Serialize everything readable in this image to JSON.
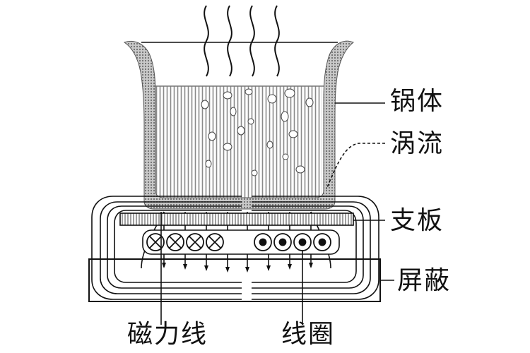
{
  "labels": {
    "pot_body": "锅体",
    "eddy_current": "涡流",
    "support_plate": "支板",
    "shield": "屏蔽",
    "magnetic_field_lines": "磁力线",
    "coil": "线圈"
  },
  "coil_turns": {
    "current_into_page": 4,
    "current_out_of_page": 4
  },
  "steam_wisps": 4,
  "colors": {
    "stroke": "#111111",
    "pot_wall": "#9a9a9a",
    "water_hatch": "#8a8a8a",
    "plate_hatch": "#777777"
  }
}
